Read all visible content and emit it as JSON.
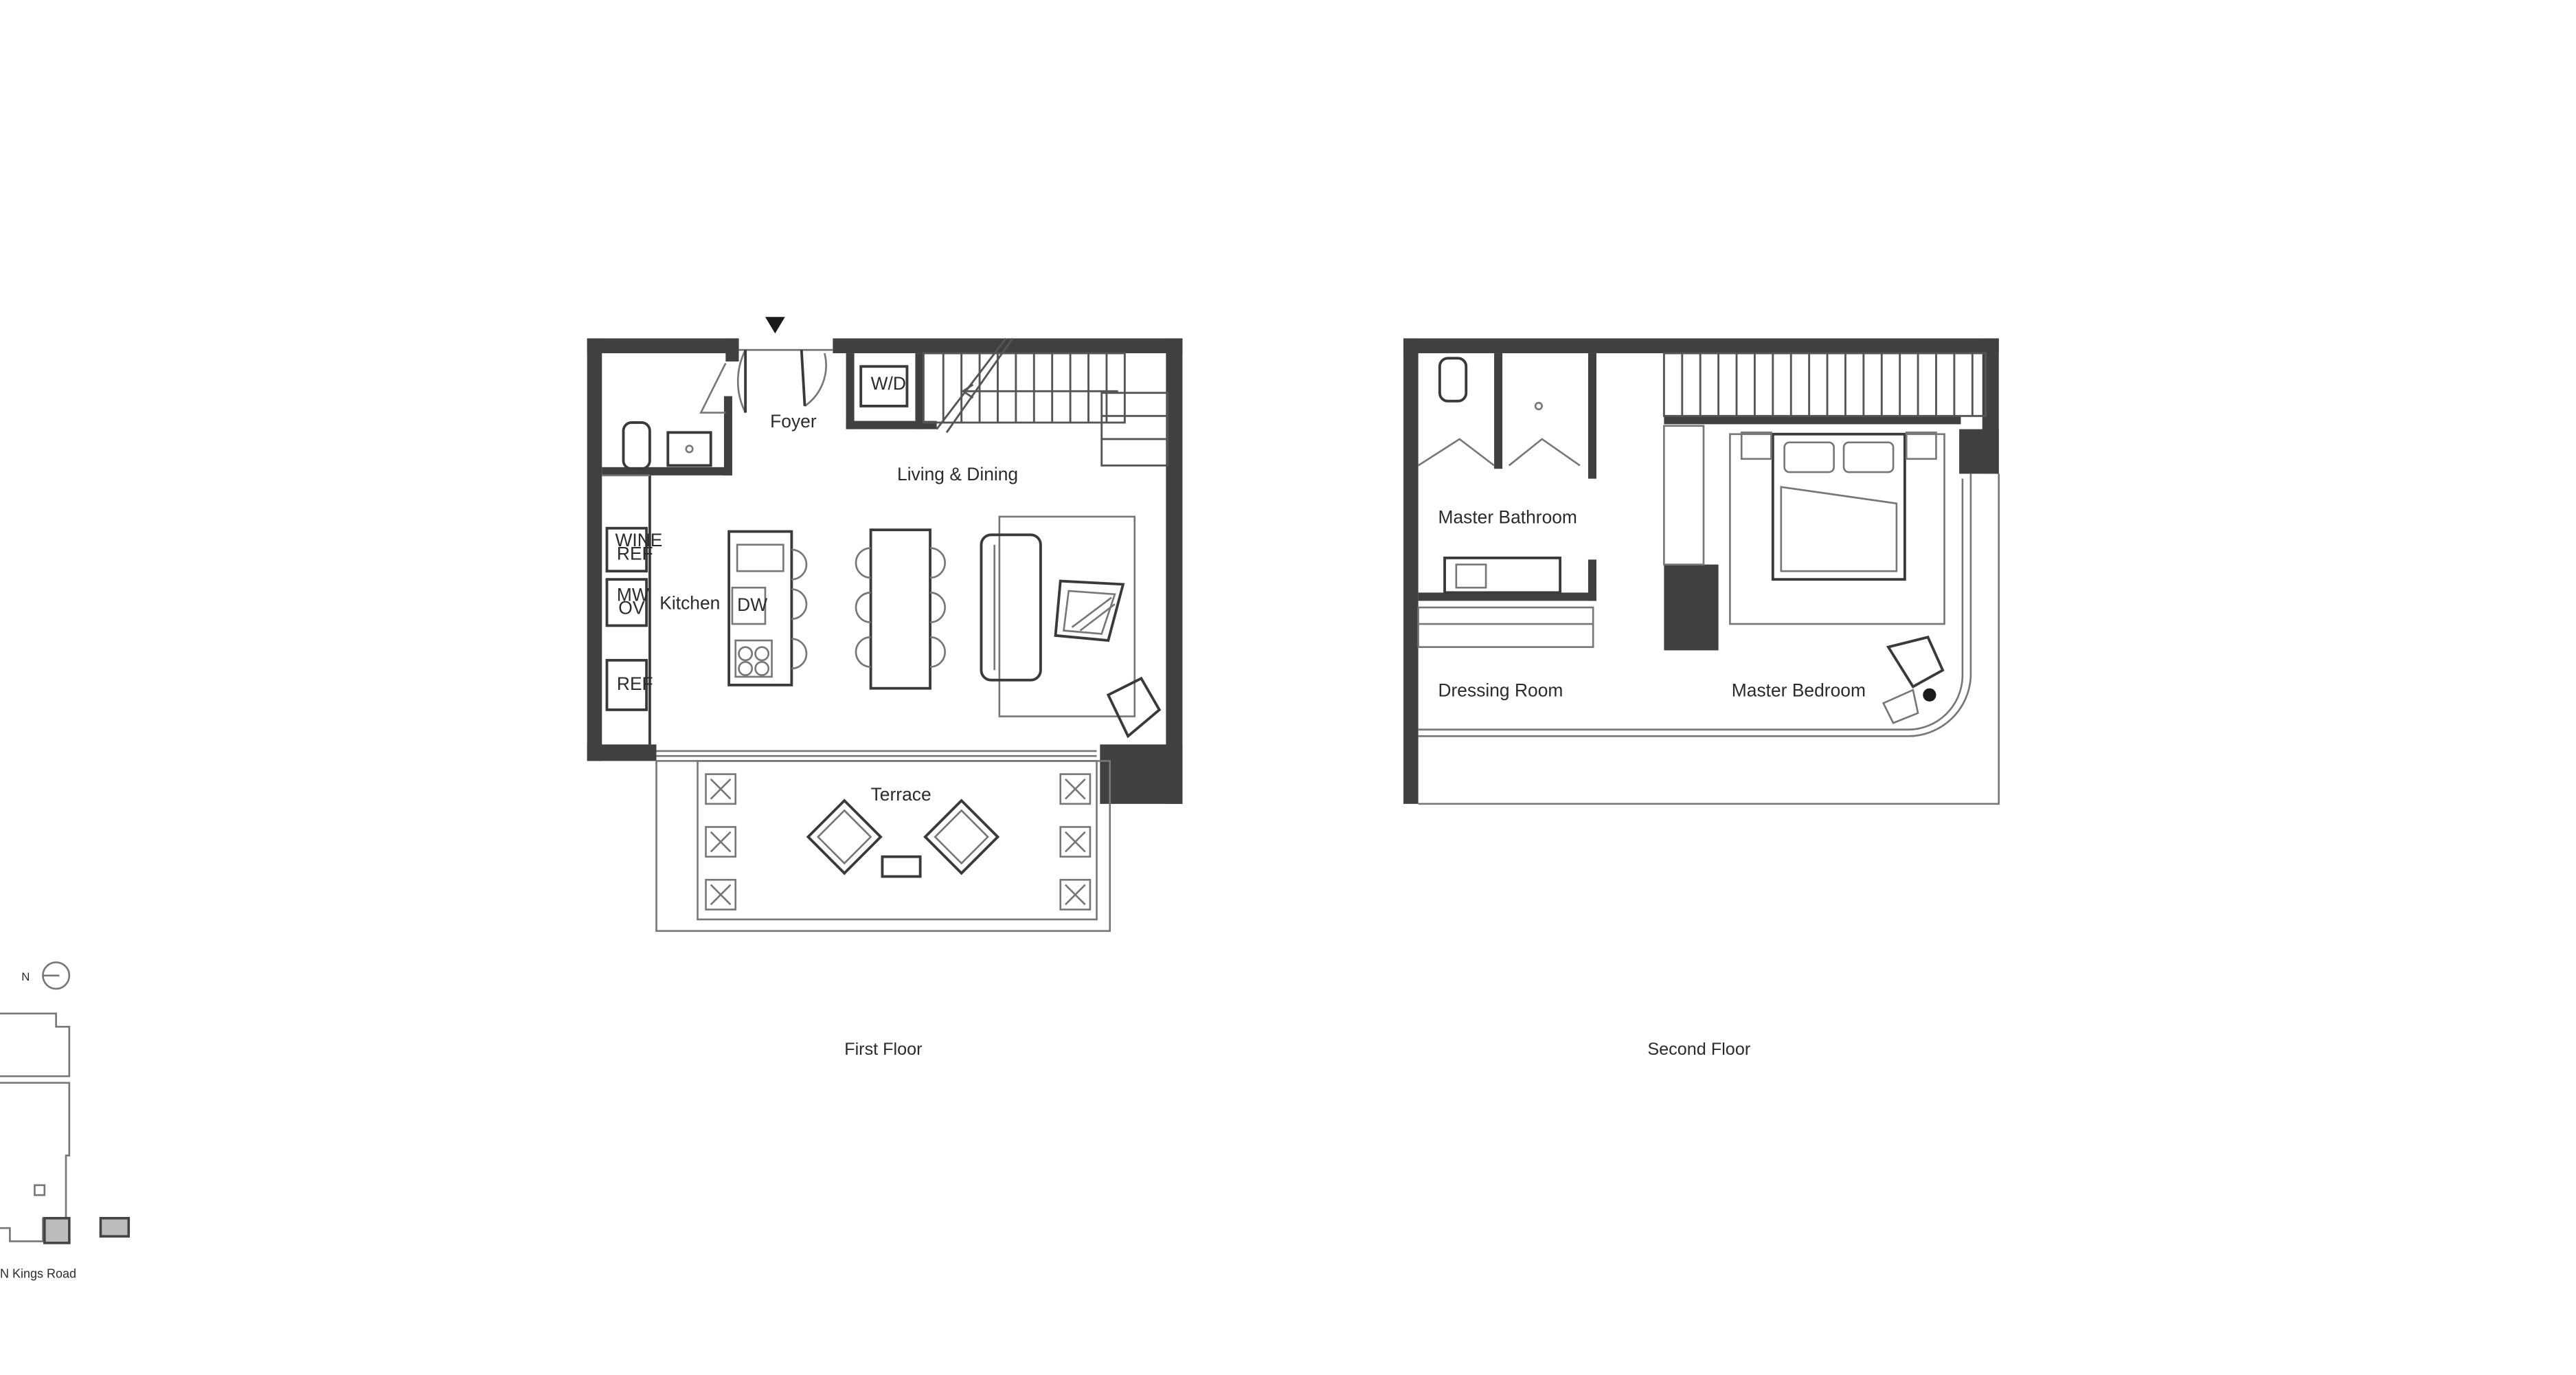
{
  "first_floor": {
    "title": "First Floor",
    "rooms": {
      "foyer": "Foyer",
      "living_dining": "Living & Dining",
      "kitchen": "Kitchen",
      "terrace": "Terrace"
    },
    "appliances": {
      "wd": "W/D",
      "wine_ref_1": "WINE",
      "wine_ref_2": "REF",
      "mw_ov_1": "MW",
      "mw_ov_2": "OV",
      "ref": "REF",
      "dw": "DW"
    }
  },
  "second_floor": {
    "title": "Second Floor",
    "rooms": {
      "master_bathroom": "Master Bathroom",
      "dressing_room": "Dressing Room",
      "master_bedroom": "Master Bedroom"
    }
  },
  "key_plan": {
    "north_label": "N",
    "street_label": "N Kings Road"
  },
  "colors": {
    "wall": "#404040",
    "line": "#3a3a3a",
    "key_highlight": "#bcbcbc",
    "background": "#ffffff"
  },
  "icons": [
    "entry-arrow-icon",
    "north-arrow-icon"
  ]
}
